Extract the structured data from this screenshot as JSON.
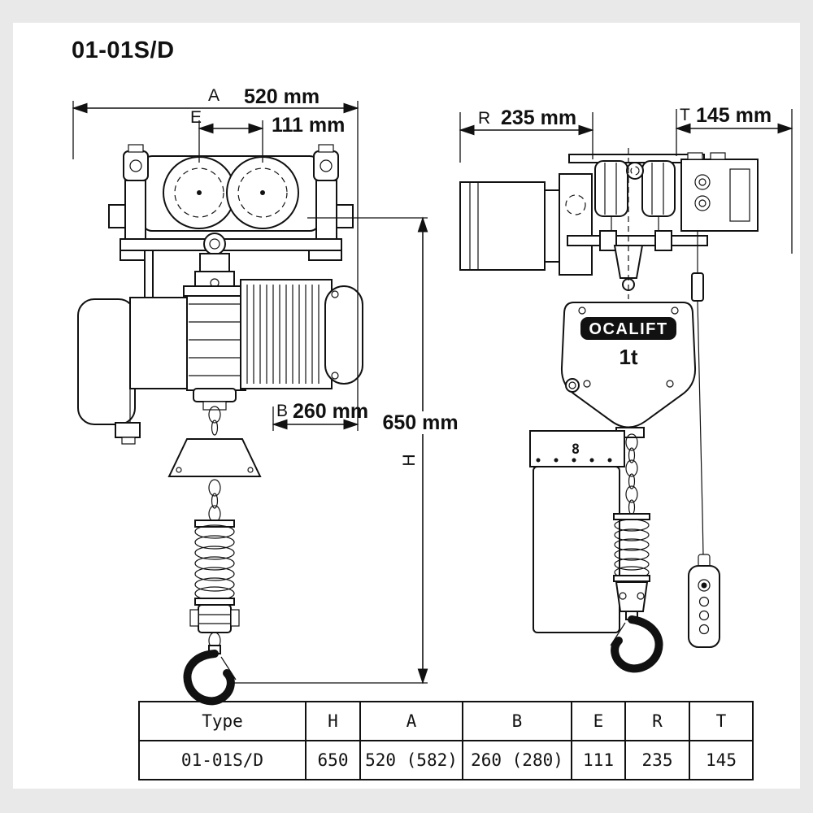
{
  "title": "01-01S/D",
  "drawing": {
    "dim_a": {
      "letter": "A",
      "value": "520 mm"
    },
    "dim_e": {
      "letter": "E",
      "value": "111 mm"
    },
    "dim_r": {
      "letter": "R",
      "value": "235 mm"
    },
    "dim_t": {
      "letter": "T",
      "value": "145 mm"
    },
    "dim_b": {
      "letter": "B",
      "value": "260 mm"
    },
    "dim_h": {
      "letter": "H",
      "value": "650 mm"
    },
    "hoist_brand": "OCALIFT",
    "hoist_capacity": "1t",
    "bucket_label": "8"
  },
  "table": {
    "headers": [
      "Type",
      "H",
      "A",
      "B",
      "E",
      "R",
      "T"
    ],
    "row": [
      "01-01S/D",
      "650",
      "520 (582)",
      "260 (280)",
      "111",
      "235",
      "145"
    ]
  }
}
